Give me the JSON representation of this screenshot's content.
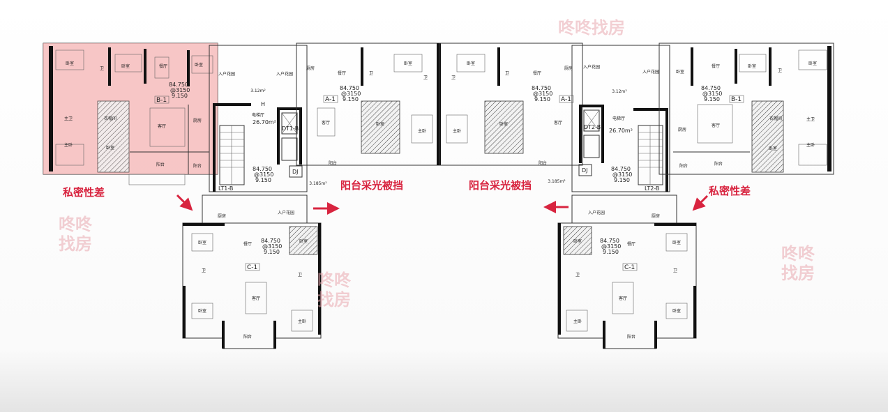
{
  "title": "Floor plan analysis",
  "rooms": {
    "bedroom": "卧室",
    "master": "主卧",
    "dining": "餐厅",
    "living": "客厅",
    "kitchen": "厨房",
    "balcony": "阳台",
    "bath": "卫",
    "master_bath": "主卫",
    "garden": "入户花园",
    "lobby": "电梯厅",
    "cloak": "衣帽间"
  },
  "units": {
    "b1": "B-1",
    "a1": "A-1",
    "c1": "C-1"
  },
  "elevation": {
    "l1": "84.750",
    "l2": "@3150",
    "l3": "9.150"
  },
  "core": {
    "lobby_area": "26.70m²",
    "shared_area": "3.12m²",
    "shaft_area": "3.185m²",
    "dj": "DJ",
    "stair_left": "LT1-B",
    "stair_right": "LT2-B",
    "elev_left": "DT1-B",
    "elev_right": "DT2-B",
    "h": "H"
  },
  "annotations": {
    "privacy": "私密性差",
    "balcony_blocked": "阳台采光被挡"
  },
  "watermark": "咚咚找房",
  "colors": {
    "highlight": "#f4b3b3",
    "annotation": "#d8243f"
  }
}
